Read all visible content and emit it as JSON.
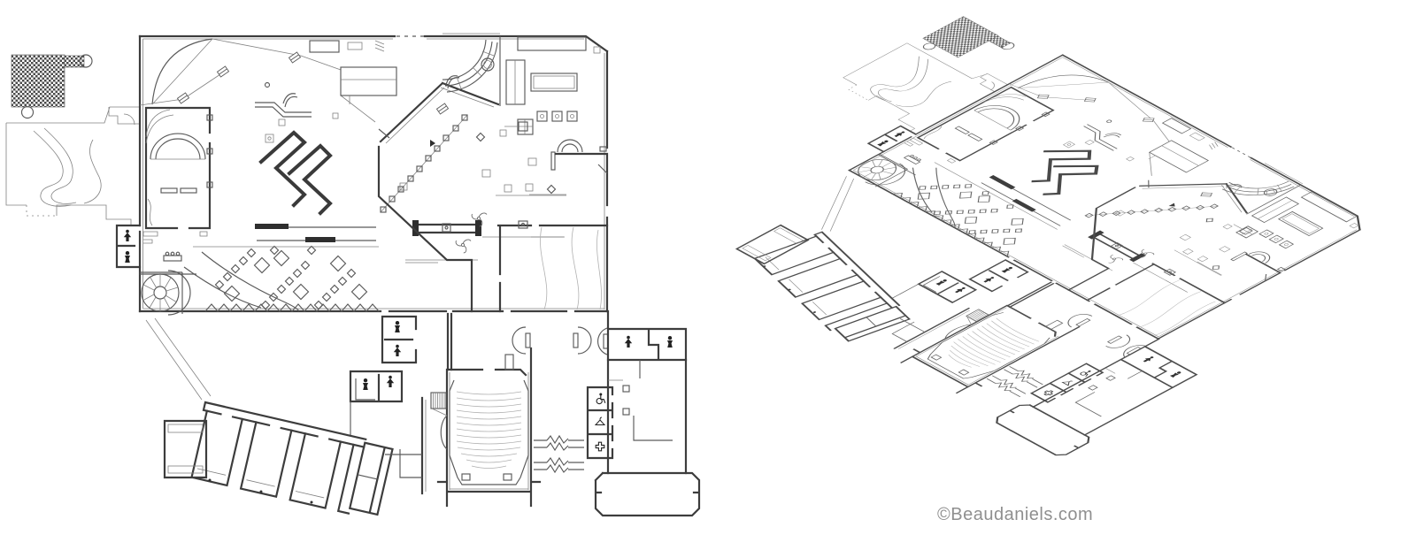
{
  "watermark": {
    "text": "©Beaudaniels.com"
  },
  "figure": {
    "icons": [
      "person-icon",
      "person-arrow-icon",
      "wheelchair-icon",
      "coat-hanger-icon",
      "first-aid-cross-icon",
      "pinwheel-icon",
      "spiral-staircase",
      "checkerboard-patio",
      "door-swing-arc",
      "diamond-tile",
      "path-gate-marker"
    ],
    "colors": {
      "background": "#ffffff",
      "wall": "#3d3d3d",
      "medium_line": "#5a5a5a",
      "thin_line": "#828282",
      "light_line": "#b0b0b0",
      "icon": "#222222",
      "watermark": "#8f8f8f"
    }
  }
}
